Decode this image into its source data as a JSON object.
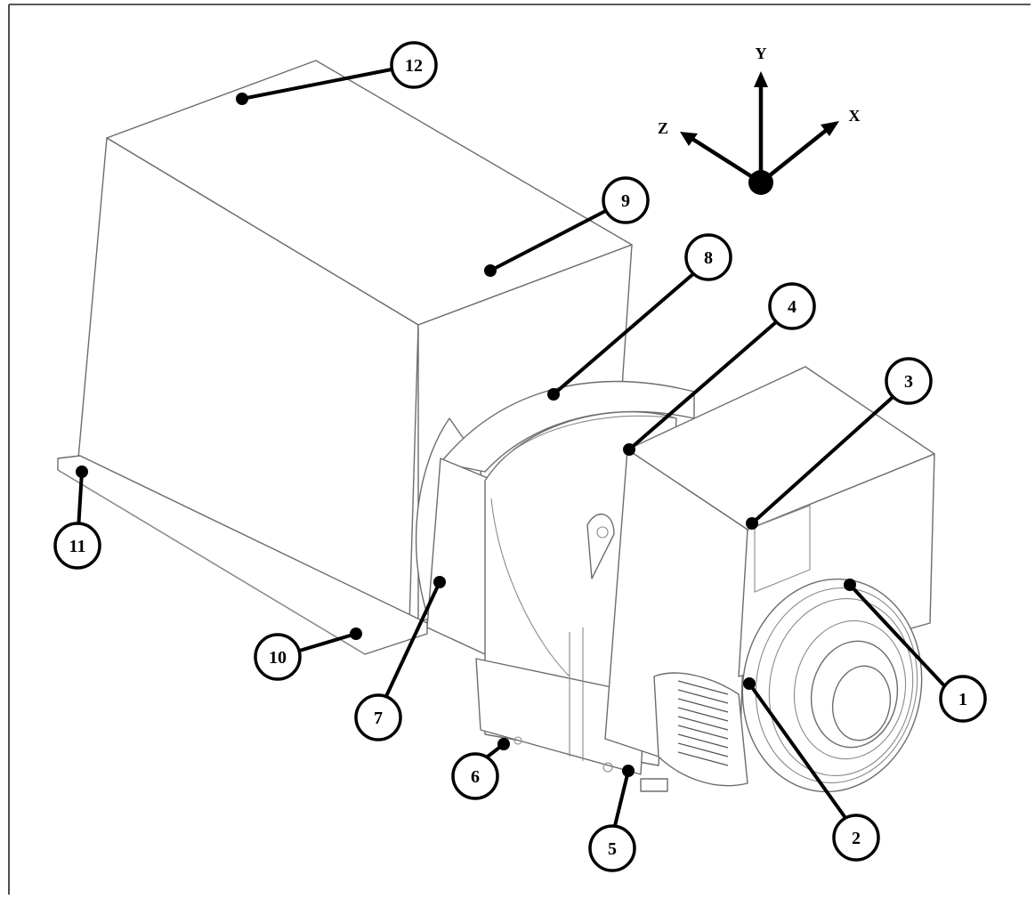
{
  "axes": {
    "y": "Y",
    "x": "X",
    "z": "Z"
  },
  "callouts": [
    "1",
    "2",
    "3",
    "4",
    "5",
    "6",
    "7",
    "8",
    "9",
    "10",
    "11",
    "12"
  ]
}
